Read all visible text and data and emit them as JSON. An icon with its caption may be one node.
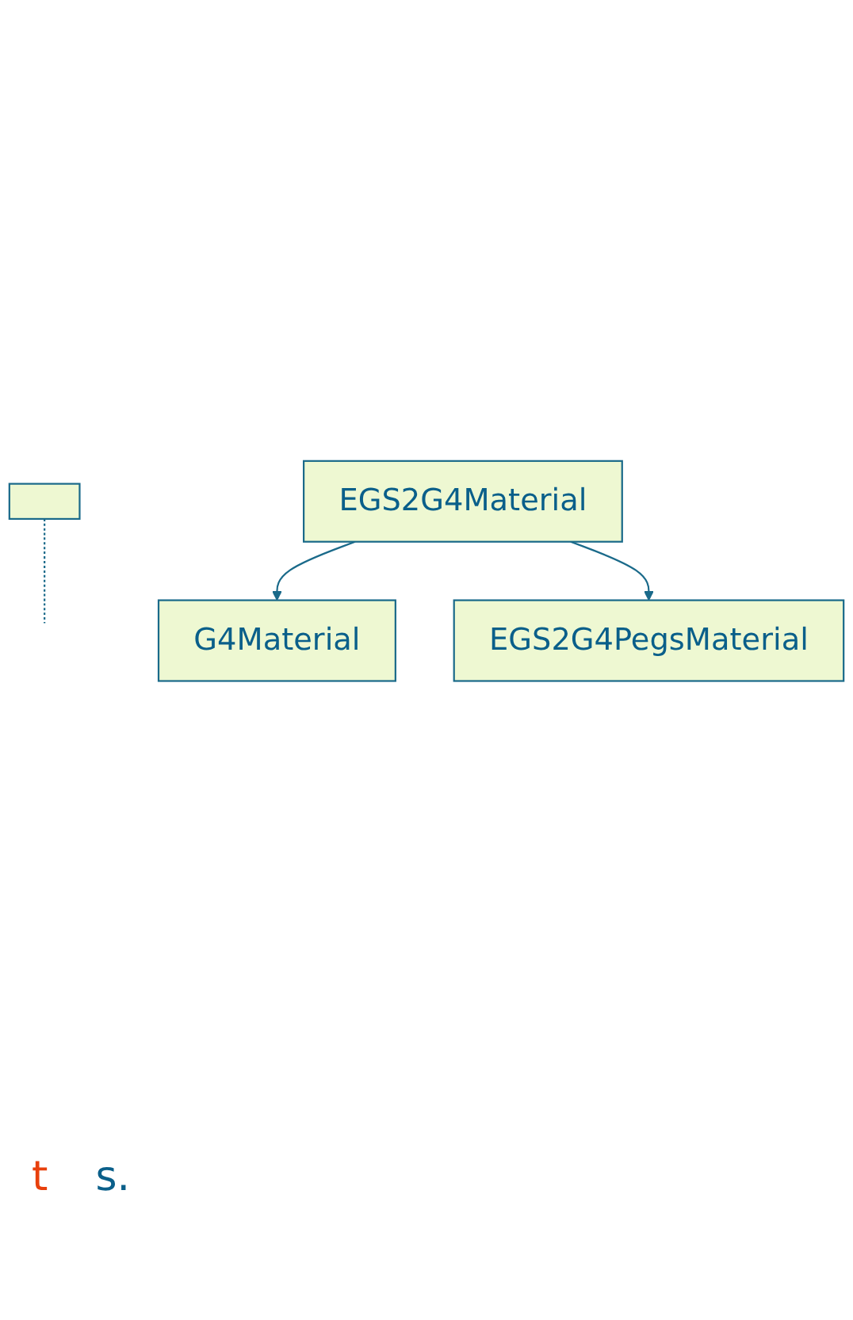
{
  "diagram": {
    "nodes": [
      {
        "text": [],
        "shape": "box"
      },
      {
        "text": [
          "G4Material"
        ]
      },
      {
        "text": [
          "EGS2G4Material"
        ]
      },
      {
        "text": [
          "EGS2G4PegsMaterial"
        ]
      }
    ],
    "edges": [
      {
        "from": 0,
        "to": null,
        "arrow": "none",
        "style": "dashed"
      },
      {
        "from": 2,
        "to": 1,
        "arrow": "to"
      },
      {
        "from": 2,
        "to": 3,
        "arrow": "to"
      }
    ],
    "labels": [
      "t",
      "s."
    ]
  }
}
